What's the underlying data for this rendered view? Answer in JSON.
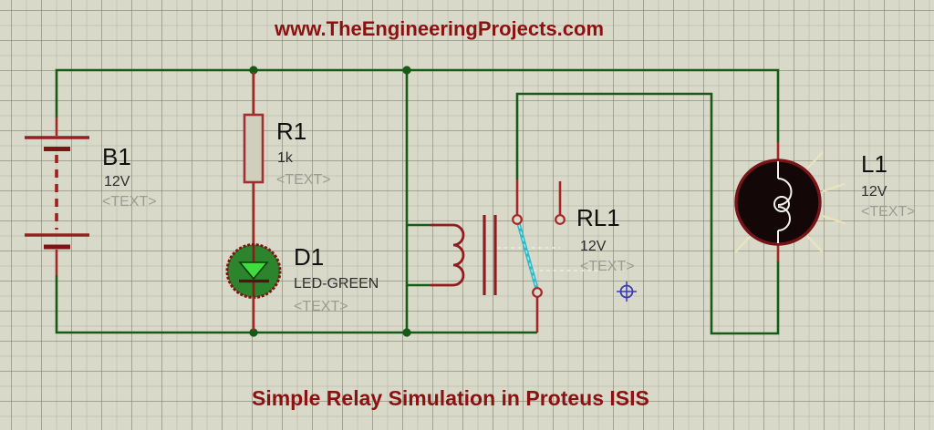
{
  "header": {
    "title": "www.TheEngineeringProjects.com"
  },
  "footer": {
    "caption": "Simple Relay Simulation in Proteus ISIS"
  },
  "colors": {
    "background": "#d9d9ca",
    "grid_line": "#9aa08e",
    "wire_green": "#155a15",
    "pin_red": "#a42626",
    "component_maroon": "#8f1d1d",
    "contact_cyan": "#3ec7ce",
    "led_body_green": "#2c842c",
    "led_triangle_green": "#3fdc3f",
    "lamp_black": "#140708",
    "heading_red": "#8c1212",
    "placeholder_gray": "#9c9c93",
    "origin_marker_blue": "#3a3ab8"
  },
  "components": {
    "battery": {
      "ref": "B1",
      "value": "12V",
      "placeholder": "<TEXT>"
    },
    "resistor": {
      "ref": "R1",
      "value": "1k",
      "placeholder": "<TEXT>"
    },
    "led": {
      "ref": "D1",
      "value": "LED-GREEN",
      "placeholder": "<TEXT>"
    },
    "relay": {
      "ref": "RL1",
      "value": "12V",
      "placeholder": "<TEXT>"
    },
    "lamp": {
      "ref": "L1",
      "value": "12V",
      "placeholder": "<TEXT>"
    }
  }
}
